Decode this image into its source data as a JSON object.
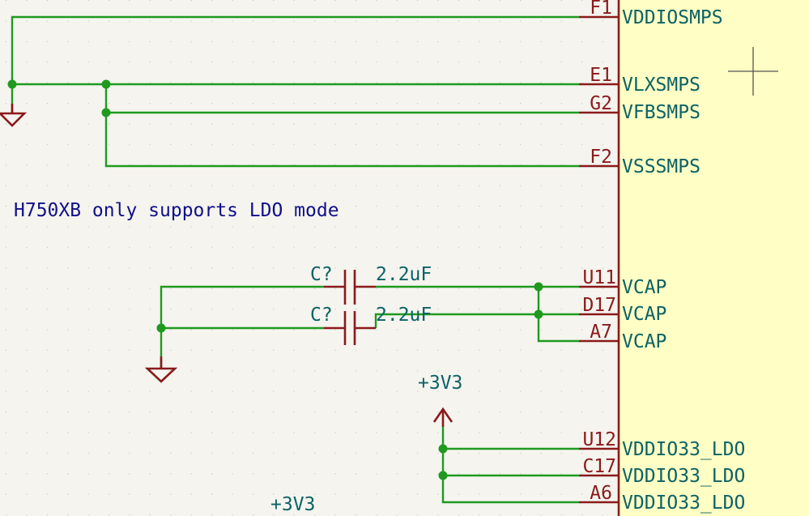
{
  "colors": {
    "background": "#f5f4ef",
    "grid": "#c9c8c0",
    "wire": "#1f9a1f",
    "pin": "#8a1a1a",
    "component_body": "#fffec4",
    "net_label": "#0c6266",
    "note": "#10108a"
  },
  "note": "H750XB only supports LDO mode",
  "pins": [
    {
      "number": "F1",
      "name": "VDDIOSMPS"
    },
    {
      "number": "E1",
      "name": "VLXSMPS"
    },
    {
      "number": "G2",
      "name": "VFBSMPS"
    },
    {
      "number": "F2",
      "name": "VSSSMPS"
    },
    {
      "number": "U11",
      "name": "VCAP"
    },
    {
      "number": "D17",
      "name": "VCAP"
    },
    {
      "number": "A7",
      "name": "VCAP"
    },
    {
      "number": "U12",
      "name": "VDDIO33_LDO"
    },
    {
      "number": "C17",
      "name": "VDDIO33_LDO"
    },
    {
      "number": "A6",
      "name": "VDDIO33_LDO"
    }
  ],
  "capacitors": [
    {
      "ref": "C?",
      "value": "2.2uF"
    },
    {
      "ref": "C?",
      "value": "2.2uF"
    }
  ],
  "power_labels": [
    "+3V3",
    "+3V3"
  ],
  "cursor_icon": "crosshair-icon",
  "ground_icon": "ground-symbol-icon",
  "power_icon": "power-arrow-icon"
}
